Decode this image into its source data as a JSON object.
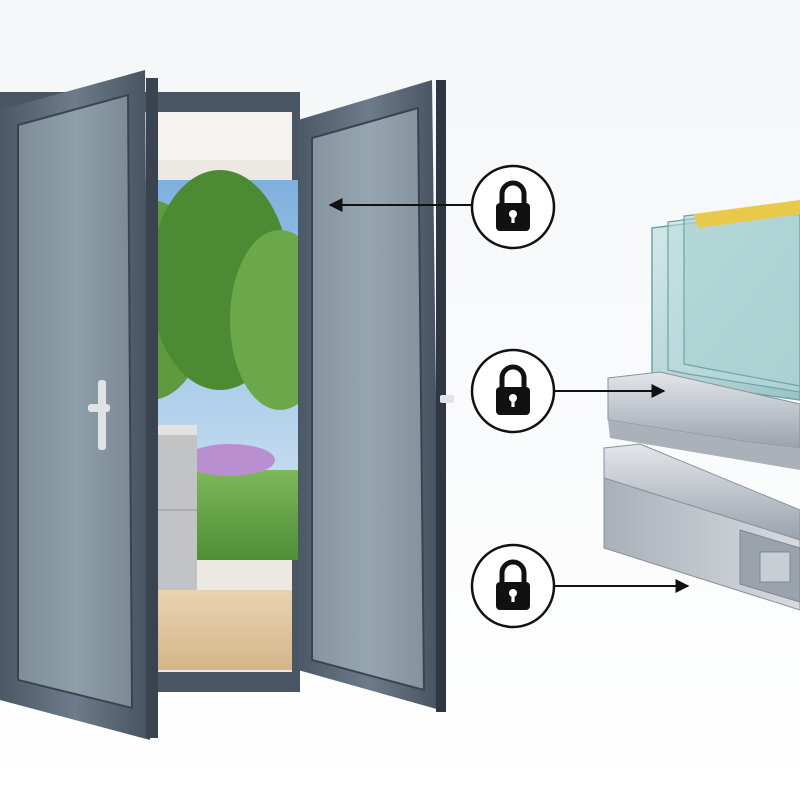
{
  "colors": {
    "frame": "#5d6b7a",
    "frame_dark": "#3a4450",
    "glass_tint": "#9fc3c9",
    "aluminium": "#c4c9cf",
    "sky": "#a9cbe8",
    "lawn": "#6aa84a",
    "callout_line": "#111111",
    "lock_icon": "#111111"
  },
  "callouts": [
    {
      "id": "glazing",
      "icon": "padlock-icon",
      "target": "door-glass-pane"
    },
    {
      "id": "profile-top",
      "icon": "padlock-icon",
      "target": "profile-glass-seal"
    },
    {
      "id": "profile-bottom",
      "icon": "padlock-icon",
      "target": "profile-base-chamber"
    }
  ]
}
